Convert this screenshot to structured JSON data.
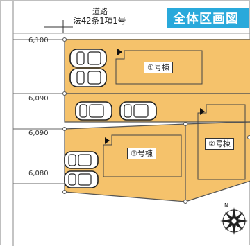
{
  "road": {
    "name": "道路",
    "law": "法42条1項1号"
  },
  "title": "全体区画図",
  "widths": [
    "6,100",
    "6,090",
    "6,090",
    "6,080"
  ],
  "lots": {
    "lot1": "①号棟",
    "lot2": "②号棟",
    "lot3": "③号棟"
  },
  "colors": {
    "site": "#f5c26b",
    "accent": "#29a9db",
    "outline": "#555555"
  },
  "icons": [
    "car-icon",
    "entrance-arrow-icon",
    "compass-rose-icon"
  ]
}
